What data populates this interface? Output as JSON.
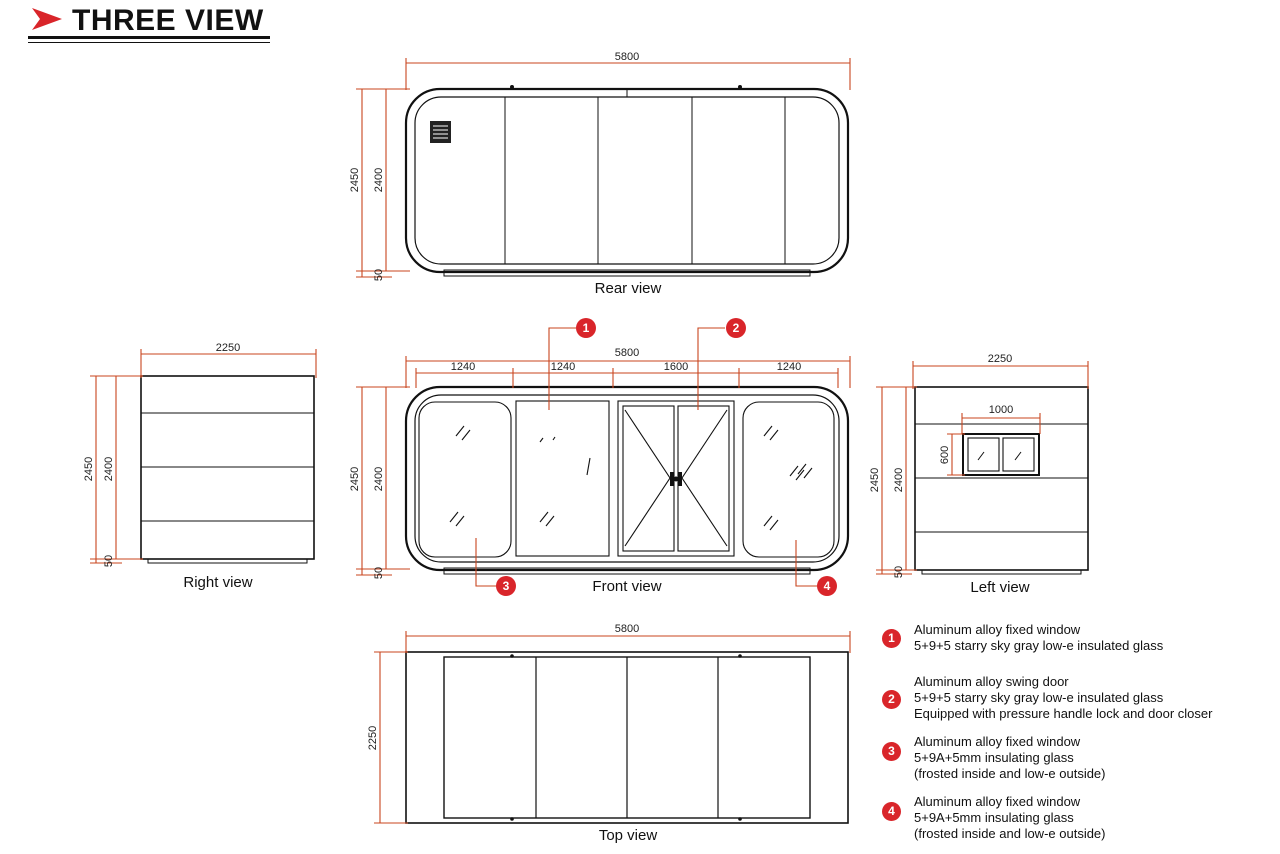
{
  "header": {
    "title": "THREE VIEW"
  },
  "views": {
    "rear": {
      "label": "Rear view",
      "dims": {
        "width": "5800",
        "height_total": "2450",
        "height_body": "2400",
        "base": "50"
      }
    },
    "front": {
      "label": "Front view",
      "dims": {
        "width": "5800",
        "seg1": "1240",
        "seg2": "1240",
        "seg3": "1600",
        "seg4": "1240",
        "height_total": "2450",
        "height_body": "2400",
        "base": "50"
      }
    },
    "right": {
      "label": "Right view",
      "dims": {
        "width": "2250",
        "height_total": "2450",
        "height_body": "2400",
        "base": "50"
      }
    },
    "left": {
      "label": "Left view",
      "dims": {
        "width": "2250",
        "window_width": "1000",
        "window_height": "600",
        "height_total": "2450",
        "height_body": "2400",
        "base": "50"
      }
    },
    "top": {
      "label": "Top view",
      "dims": {
        "width": "5800",
        "depth": "2250"
      }
    }
  },
  "markers": [
    "1",
    "2",
    "3",
    "4"
  ],
  "legend": [
    {
      "num": "1",
      "lines": [
        "Aluminum alloy fixed window",
        "5+9+5 starry sky gray low-e insulated glass"
      ]
    },
    {
      "num": "2",
      "lines": [
        "Aluminum alloy swing door",
        "5+9+5 starry sky gray low-e insulated glass",
        "Equipped with pressure handle lock and door closer"
      ]
    },
    {
      "num": "3",
      "lines": [
        "Aluminum alloy fixed window",
        "5+9A+5mm insulating glass",
        "(frosted inside and low-e outside)"
      ]
    },
    {
      "num": "4",
      "lines": [
        "Aluminum alloy fixed window",
        "5+9A+5mm insulating glass",
        "(frosted inside and low-e outside)"
      ]
    }
  ],
  "colors": {
    "dimension_lines": "#c8451e",
    "marker_fill": "#d9252a",
    "outline": "#111111"
  }
}
